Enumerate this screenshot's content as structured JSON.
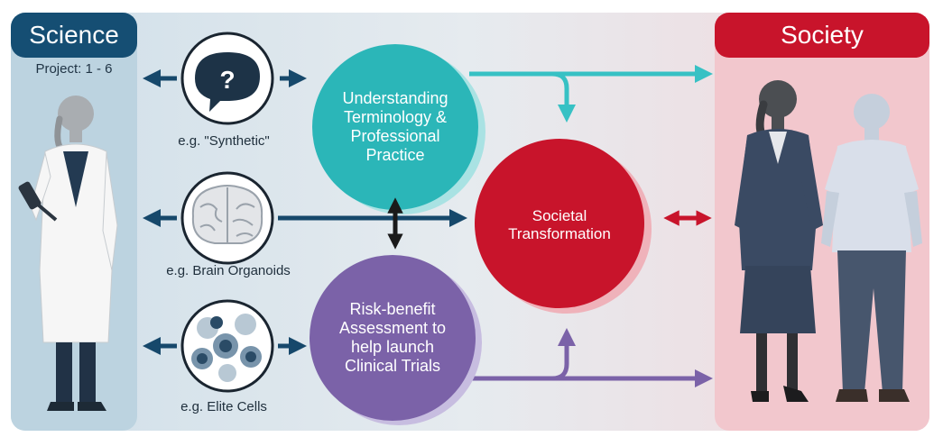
{
  "science": {
    "title": "Science",
    "project_label": "Project:  1 - 6"
  },
  "society": {
    "title": "Society"
  },
  "examples": [
    {
      "caption": "e.g. \"Synthetic\"",
      "icon": "question-speech-bubble-icon"
    },
    {
      "caption": "e.g. Brain Organoids",
      "icon": "brain-icon"
    },
    {
      "caption": "e.g. Elite Cells",
      "icon": "cells-icon"
    }
  ],
  "circles": {
    "understanding": "Understanding Terminology & Professional Practice",
    "risk": "Risk-benefit Assessment to help launch Clinical Trials",
    "societal": "Societal Transformation"
  },
  "colors": {
    "science_navy": "#154e73",
    "society_red": "#c8142b",
    "teal": "#2bb6b8",
    "purple": "#7b62a8",
    "arrow_teal": "#37c1c4",
    "arrow_navy": "#16486b"
  }
}
